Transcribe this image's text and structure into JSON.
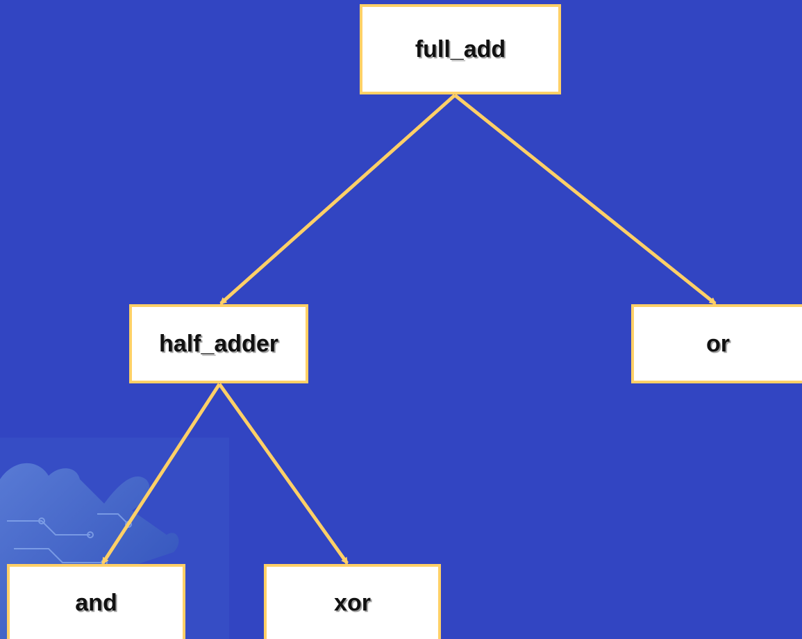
{
  "diagram": {
    "nodes": [
      {
        "id": "full_add",
        "label": "full_add"
      },
      {
        "id": "half_adder",
        "label": "half_adder"
      },
      {
        "id": "or",
        "label": "or"
      },
      {
        "id": "and",
        "label": "and"
      },
      {
        "id": "xor",
        "label": "xor"
      }
    ],
    "edges": [
      {
        "from": "full_add",
        "to": "half_adder"
      },
      {
        "from": "full_add",
        "to": "or"
      },
      {
        "from": "half_adder",
        "to": "and"
      },
      {
        "from": "half_adder",
        "to": "xor"
      }
    ]
  },
  "colors": {
    "background": "#3245C2",
    "node_fill": "#FFFFFF",
    "node_border": "#FFD067",
    "arrow": "#FFD067",
    "text": "#111111"
  }
}
